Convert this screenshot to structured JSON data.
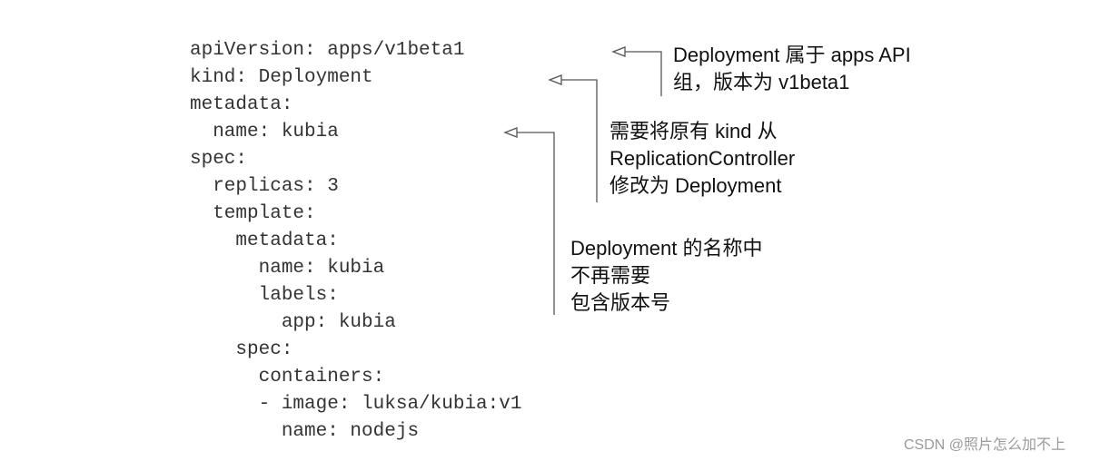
{
  "code_lines": [
    "apiVersion: apps/v1beta1",
    "kind: Deployment",
    "metadata:",
    "  name: kubia",
    "spec:",
    "  replicas: 3",
    "  template:",
    "    metadata:",
    "      name: kubia",
    "      labels:",
    "        app: kubia",
    "    spec:",
    "      containers:",
    "      - image: luksa/kubia:v1",
    "        name: nodejs"
  ],
  "annotations": [
    {
      "lines": [
        "Deployment 属于 apps API",
        "组，版本为 v1beta1"
      ]
    },
    {
      "lines": [
        "需要将原有 kind 从",
        "ReplicationController",
        "修改为 Deployment"
      ]
    },
    {
      "lines": [
        "Deployment 的名称中",
        "不再需要",
        "包含版本号"
      ]
    }
  ],
  "watermark": "CSDN @照片怎么加不上",
  "colors": {
    "code_text": "#333333",
    "note_text": "#111111",
    "connector": "#555555",
    "watermark": "#9a9a9a"
  }
}
